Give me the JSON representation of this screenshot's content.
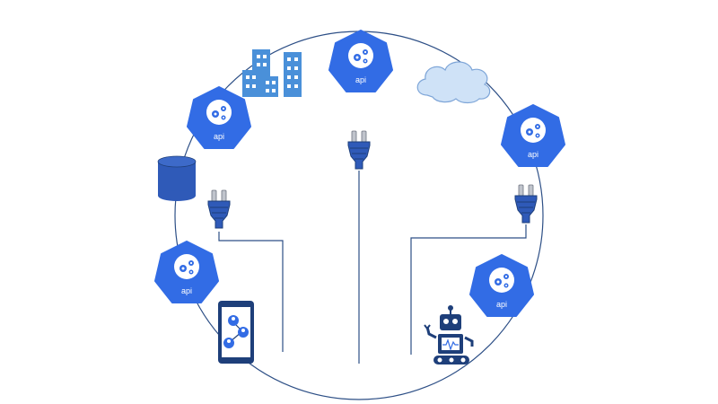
{
  "diagram": {
    "api_nodes": [
      {
        "id": "api-top",
        "label": "api"
      },
      {
        "id": "api-upper-left",
        "label": "api"
      },
      {
        "id": "api-upper-right",
        "label": "api"
      },
      {
        "id": "api-lower-left",
        "label": "api"
      },
      {
        "id": "api-lower-right",
        "label": "api"
      }
    ],
    "icons": [
      "buildings-icon",
      "cloud-icon",
      "database-icon",
      "plug-icon",
      "mobile-network-icon",
      "robot-icon"
    ],
    "colors": {
      "api_blue": "#326ce5",
      "icon_blue": "#2f5ab8",
      "building_blue": "#4a90d9",
      "cloud_fill": "#cfe2f7",
      "cloud_stroke": "#7fa6d8",
      "line": "#2d4f86",
      "dark_navy": "#1e3f7a"
    }
  }
}
